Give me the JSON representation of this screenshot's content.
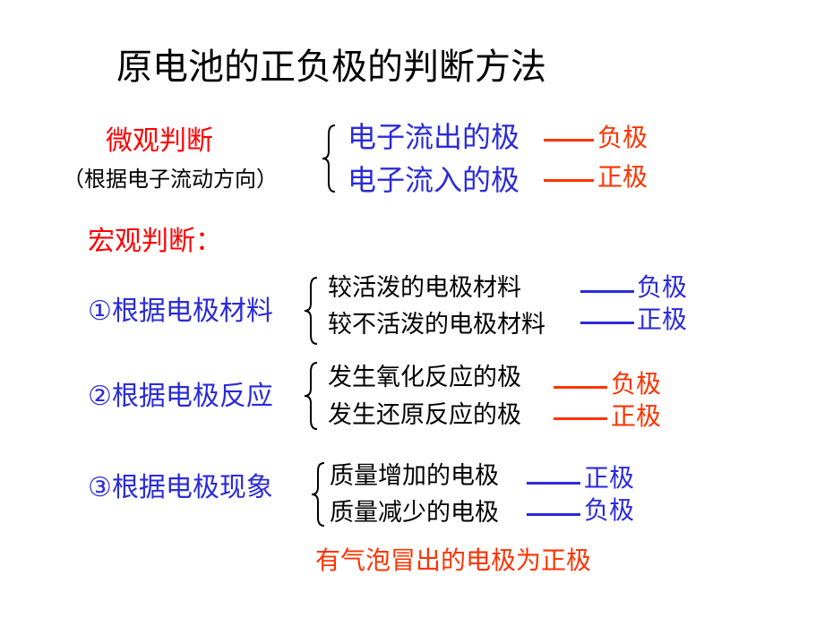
{
  "title": "原电池的正负极的判断方法",
  "micro": {
    "heading": "微观判断",
    "note": "（根据电子流动方向）",
    "items": [
      {
        "text": "电子流出的极",
        "result": "负极"
      },
      {
        "text": "电子流入的极",
        "result": "正极"
      }
    ]
  },
  "macro": {
    "heading": "宏观判断：",
    "criteria": [
      {
        "label": "①根据电极材料",
        "items": [
          {
            "text": "较活泼的电极材料",
            "result": "负极"
          },
          {
            "text": "较不活泼的电极材料",
            "result": "正极"
          }
        ]
      },
      {
        "label": "②根据电极反应",
        "items": [
          {
            "text": "发生氧化反应的极",
            "result": "负极"
          },
          {
            "text": "发生还原反应的极",
            "result": "正极"
          }
        ]
      },
      {
        "label": "③根据电极现象",
        "items": [
          {
            "text": "质量增加的电极",
            "result": "正极"
          },
          {
            "text": "质量减少的电极",
            "result": "负极"
          }
        ]
      }
    ],
    "note": "有气泡冒出的电极为正极"
  },
  "colors": {
    "heading_red": "#ff0000",
    "result_orange": "#ff3300",
    "label_blue": "#2b2bd9",
    "text_black": "#000000"
  }
}
